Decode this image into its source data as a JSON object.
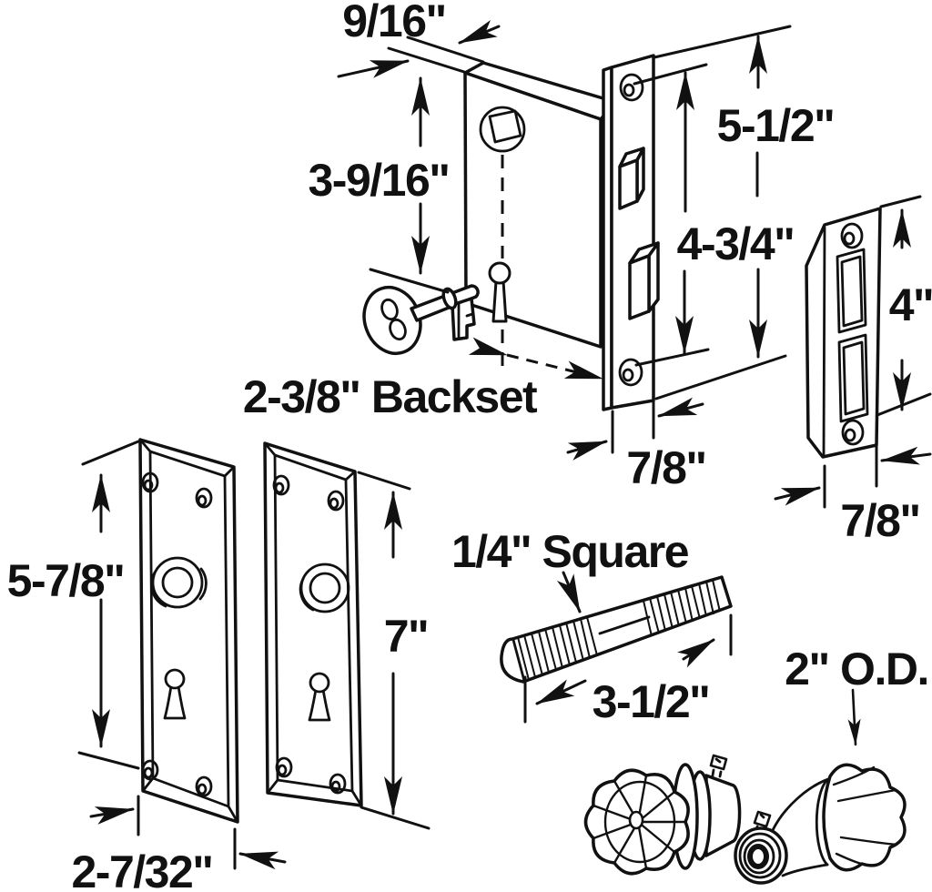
{
  "diagram": {
    "background": "#ffffff",
    "line_color": "#111111",
    "description": "Exploded parts diagram of an antique mortise lock set with dimension callouts",
    "dimensions": {
      "case_depth": "9/16\"",
      "case_height": "3-9/16\"",
      "faceplate_height": "5-1/2\"",
      "bolt_spacing": "4-3/4\"",
      "backset": "2-3/8\" Backset",
      "faceplate_width": "7/8\"",
      "strike_height": "4\"",
      "strike_width": "7/8\"",
      "left_plate_height": "5-7/8\"",
      "right_plate_height": "7\"",
      "spindle_size": "1/4\" Square",
      "spindle_length": "3-1/2\"",
      "knob_outer_diameter": "2\" O.D.",
      "plate_width": "2-7/32\""
    }
  }
}
